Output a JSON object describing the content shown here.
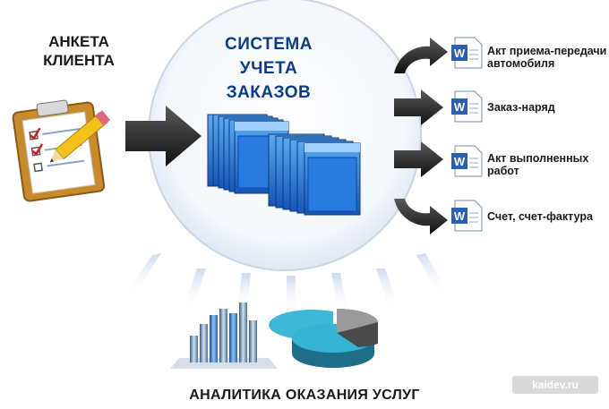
{
  "client_form": {
    "title": "АНКЕТА\nКЛИЕНТА",
    "line1": "АНКЕТА",
    "line2": "КЛИЕНТА"
  },
  "system": {
    "line1": "СИСТЕМА",
    "line2": "УЧЕТА",
    "line3": "ЗАКАЗОВ"
  },
  "documents": [
    {
      "icon": "word-document-icon",
      "line1": "Акт приема-передачи",
      "line2": "автомобиля"
    },
    {
      "icon": "word-document-icon",
      "line1": "Заказ-наряд",
      "line2": ""
    },
    {
      "icon": "word-document-icon",
      "line1": "Акт выполненных",
      "line2": "работ"
    },
    {
      "icon": "word-document-icon",
      "line1": "Счет, счет-фактура",
      "line2": ""
    }
  ],
  "analytics": {
    "title": "АНАЛИТИКА ОКАЗАНИЯ УСЛУГ"
  },
  "watermark": "kaidev.ru",
  "colors": {
    "system_title": "#0a3c8c",
    "window_blue": "#1f6fd6",
    "arrow": "#2b2b2b"
  }
}
